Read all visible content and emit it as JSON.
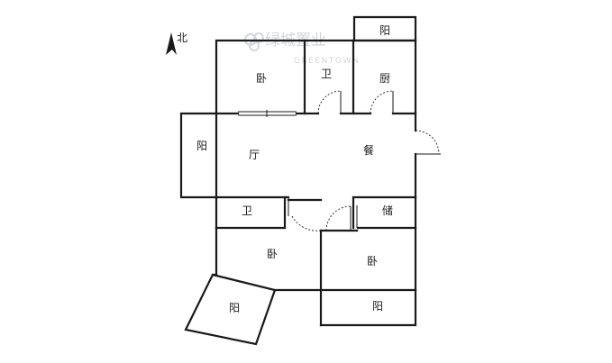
{
  "compass": {
    "label": "北",
    "icon": "north-arrow-icon"
  },
  "watermark": {
    "brand": "绿城置业",
    "sub": "GREENTOWN",
    "icon": "greentown-logo-icon"
  },
  "rooms": {
    "balcony_top": "阳",
    "bedroom_top": "卧",
    "bath_top": "卫",
    "kitchen": "厨",
    "balcony_left": "阳",
    "living": "厅",
    "dining": "餐",
    "bath_mid": "卫",
    "storage": "储",
    "bedroom_left": "卧",
    "bedroom_right": "卧",
    "balcony_bottom_left": "阳",
    "balcony_bottom_right": "阳"
  }
}
